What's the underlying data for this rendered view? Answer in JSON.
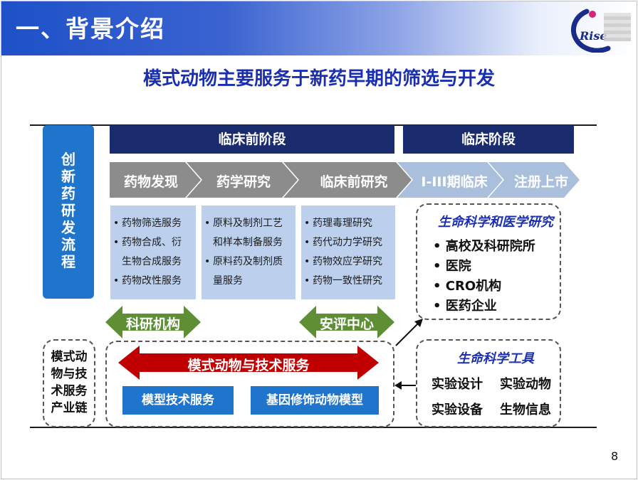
{
  "header": {
    "title": "一、背景介绍"
  },
  "logo": {
    "text": "Rise"
  },
  "subtitle": "模式动物主要服务于新药早期的筛选与开发",
  "side_label": [
    "创",
    "新",
    "药",
    "研",
    "发",
    "流",
    "程"
  ],
  "phases": {
    "preclinical": "临床前阶段",
    "clinical": "临床阶段"
  },
  "stages": [
    "药物发现",
    "药学研究",
    "临床前研究",
    "I-III期临床",
    "注册上市"
  ],
  "services": {
    "col1": [
      {
        "lines": [
          "药物筛选服务"
        ]
      },
      {
        "lines": [
          "药物合成、衍",
          "生物合成服务"
        ]
      },
      {
        "lines": [
          "药物改性服务"
        ]
      }
    ],
    "col2": [
      {
        "lines": [
          "原料及制剂工艺",
          "和样本制备服务"
        ]
      },
      {
        "lines": [
          "原料药及制剂质",
          "量服务"
        ]
      }
    ],
    "col3": [
      {
        "lines": [
          "药理毒理研究"
        ]
      },
      {
        "lines": [
          "药代动力学研究"
        ]
      },
      {
        "lines": [
          "药物效应学研究"
        ]
      },
      {
        "lines": [
          "药物一致性研究"
        ]
      }
    ]
  },
  "bio_research": {
    "title": "生命科学和医学研究",
    "items": [
      "高校及科研院所",
      "医院",
      "CRO机构",
      "医药企业"
    ]
  },
  "institutions": {
    "research": "科研机构",
    "safety": "安评中心"
  },
  "chain_label": [
    "模式动",
    "物与技",
    "术服务",
    "产业链"
  ],
  "model_service": {
    "title": "模式动物与技术服务",
    "buttons": [
      "模型技术服务",
      "基因修饰动物模型"
    ]
  },
  "tools": {
    "title": "生命科学工具",
    "items": [
      "实验设计",
      "实验动物",
      "实验设备",
      "生物信息"
    ]
  },
  "page_number": "8",
  "colors": {
    "header_blue": "#1e50c8",
    "title_blue": "#1a2fb0",
    "phase_navy": "#1a2c6e",
    "chevron_gray": "#8c8c8c",
    "chevron_light": "#a9bfdc",
    "service_bg": "#bcd0ee",
    "process_blue": "#1f75cc",
    "arrow_green": "#5f8f34",
    "arrow_red": "#c00000"
  }
}
